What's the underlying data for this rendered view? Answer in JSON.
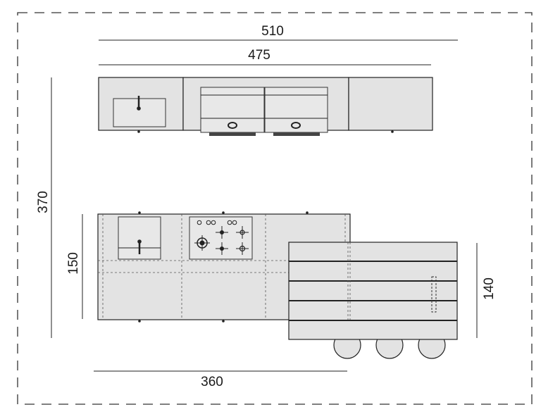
{
  "diagram": {
    "labels": {
      "top_outer_width": "510",
      "top_inner_width": "475",
      "room_depth": "370",
      "island_depth": "150",
      "island_width": "360",
      "table_depth": "140"
    },
    "colors": {
      "panel_fill": "#e3e3e3",
      "line": "#222222"
    }
  }
}
